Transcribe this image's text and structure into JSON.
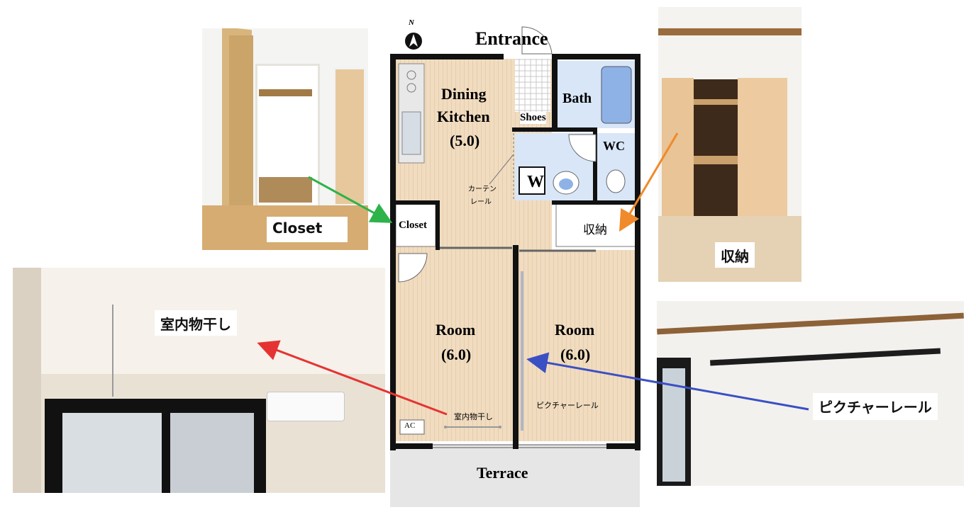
{
  "floorplan": {
    "north_mark": "N",
    "entrance": "Entrance",
    "dining_kitchen": {
      "name1": "Dining",
      "name2": "Kitchen",
      "size": "(5.0)"
    },
    "bath": "Bath",
    "shoes": "Shoes",
    "wc": "WC",
    "washer": "W",
    "closet": "Closet",
    "storage": "収納",
    "curtain_rail_1": "カーテン",
    "curtain_rail_2": "レール",
    "room_left": {
      "name": "Room",
      "size": "(6.0)"
    },
    "room_right": {
      "name": "Room",
      "size": "(6.0)"
    },
    "picture_rail": "ピクチャーレール",
    "drying_rack": "室内物干し",
    "ac": "AC",
    "terrace": "Terrace"
  },
  "callouts": {
    "closet": "Closet",
    "storage": "収納",
    "drying": "室内物干し",
    "picture_rail": "ピクチャーレール"
  },
  "colors": {
    "floor": "#f1dcc0",
    "wet_area": "#d8e6f8",
    "wall": "#111111",
    "terrace": "#e6e6e6",
    "arrow_green": "#2db34a",
    "arrow_orange": "#f08a2b",
    "arrow_red": "#e53333",
    "arrow_blue": "#3b4fc4"
  }
}
